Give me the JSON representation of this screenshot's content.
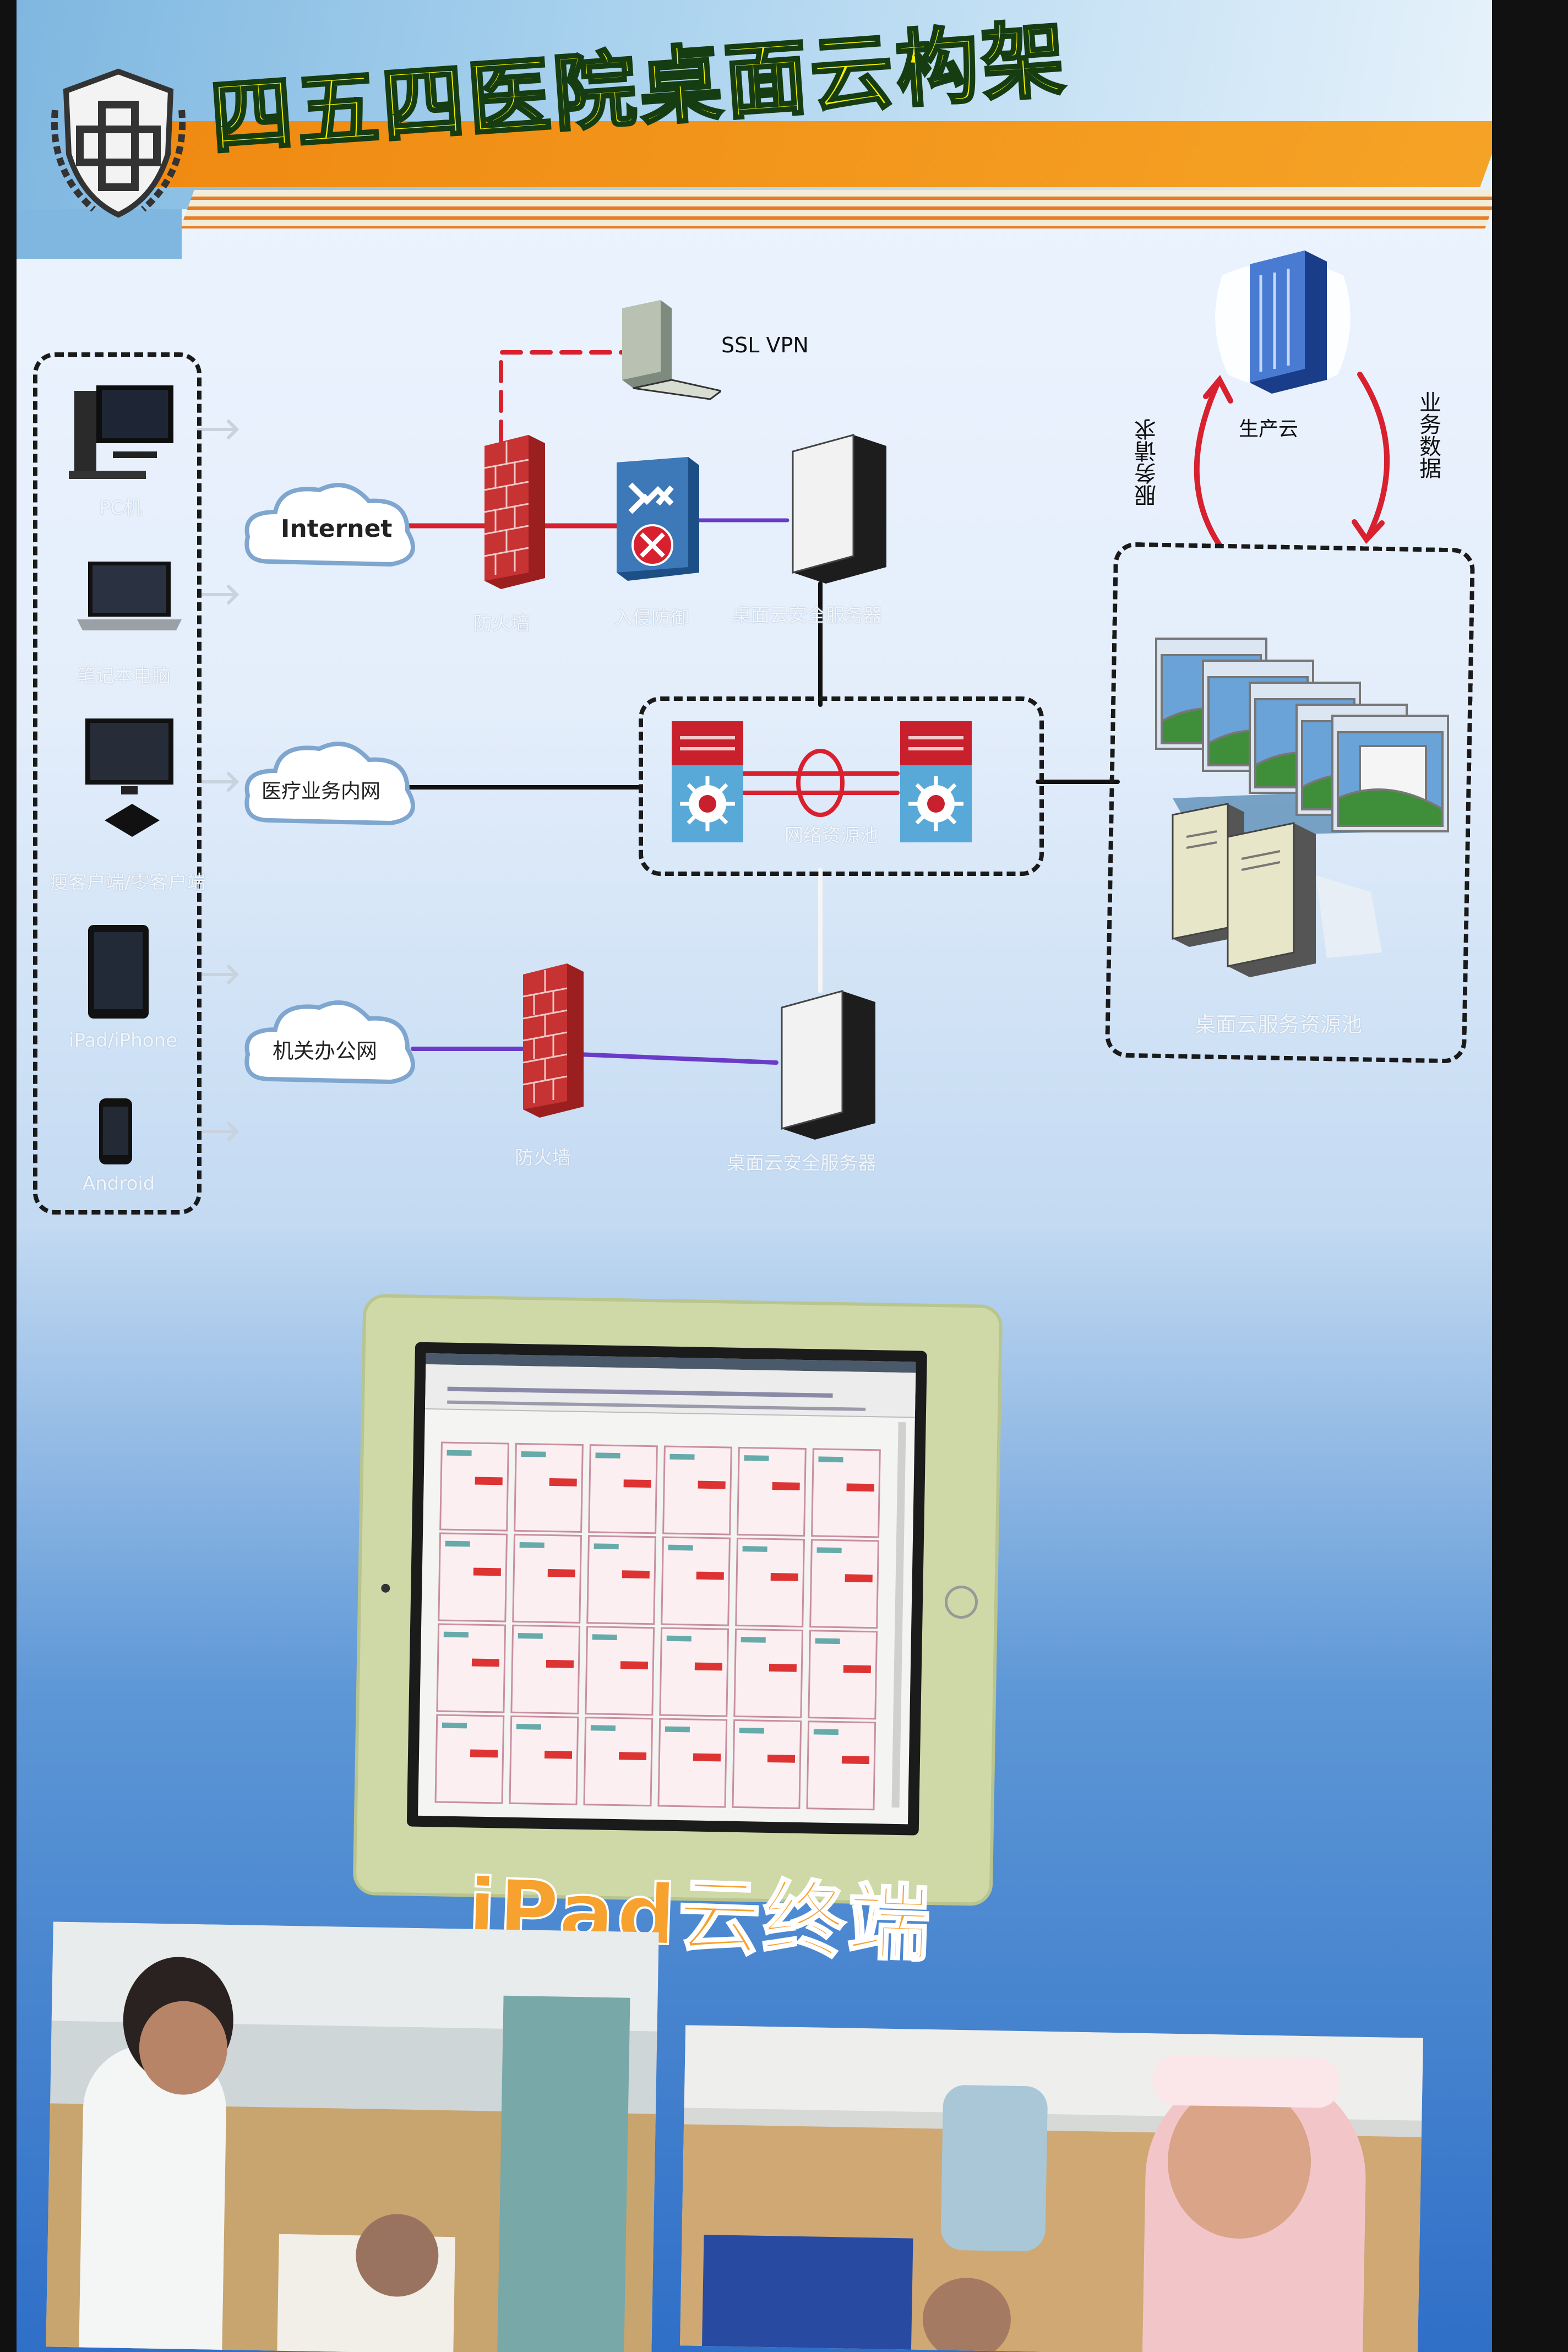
{
  "header": {
    "title": "四五四医院桌面云构架"
  },
  "devices": [
    {
      "id": "pc",
      "label": "PC机"
    },
    {
      "id": "laptop",
      "label": "笔记本电脑"
    },
    {
      "id": "thin",
      "label": "瘦客户端/零客户端"
    },
    {
      "id": "ipad",
      "label": "iPad/iPhone"
    },
    {
      "id": "android",
      "label": "Android"
    }
  ],
  "networks": {
    "internet": "Internet",
    "medical": "医疗业务内网",
    "office": "机关办公网"
  },
  "nodes": {
    "ssl_vpn": "SSL VPN",
    "firewall_top": "防火墙",
    "ips": "入侵防御",
    "security_server_top": "桌面云安全服务器",
    "resource_pool": "网络资源池",
    "firewall_bottom": "防火墙",
    "security_server_bottom": "桌面云安全服务器",
    "production_cloud": "生产云",
    "service_request": "服务请求",
    "business_data": "业务数据",
    "desktop_pool": "桌面云服务资源池"
  },
  "ipad": {
    "caption": "iPad云终端"
  },
  "colors": {
    "title": "#f4f000",
    "orange": "#f08a12",
    "link_red": "#d8202e",
    "link_purple": "#6a3bc8",
    "caption": "#f7a12f"
  }
}
